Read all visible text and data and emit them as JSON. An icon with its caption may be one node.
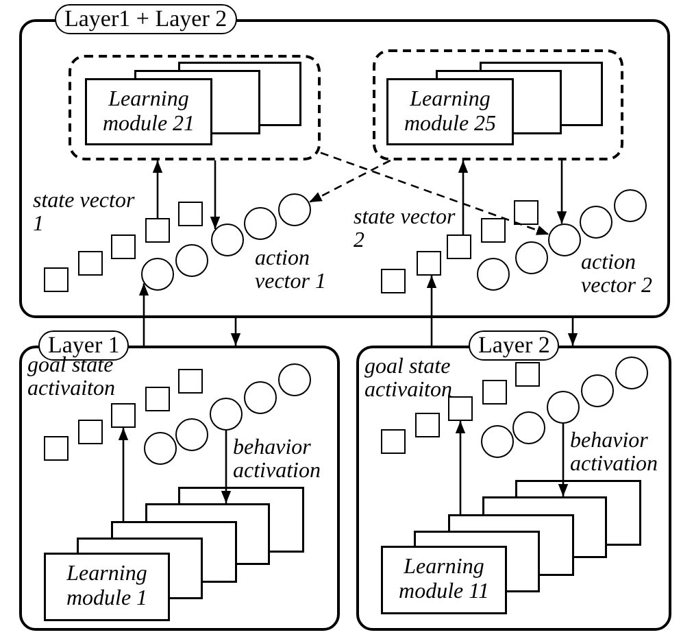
{
  "diagram": {
    "nodes": [
      {
        "text": [
          "Layer1 + Layer 2"
        ]
      },
      {
        "text": [],
        "shape": "box",
        "in": 0
      },
      {
        "text": [
          "Learning module 21"
        ],
        "in": 1
      },
      {
        "text": [],
        "shape": "box",
        "in": 0
      },
      {
        "text": [
          "Learning module 25"
        ],
        "in": 3
      },
      {
        "text": [],
        "shape": "box",
        "in": 0
      },
      {
        "text": [],
        "shape": "box",
        "in": 0
      },
      {
        "text": [],
        "shape": "box",
        "in": 0
      },
      {
        "text": [],
        "shape": "box",
        "in": 0
      },
      {
        "text": [],
        "shape": "box",
        "in": 0
      },
      {
        "text": [],
        "shape": "circle",
        "in": 0
      },
      {
        "text": [],
        "shape": "circle",
        "in": 0
      },
      {
        "text": [],
        "shape": "circle",
        "in": 0
      },
      {
        "text": [],
        "shape": "circle",
        "in": 0
      },
      {
        "text": [],
        "shape": "circle",
        "in": 0
      },
      {
        "text": [],
        "shape": "box",
        "in": 0
      },
      {
        "text": [],
        "shape": "box",
        "in": 0
      },
      {
        "text": [],
        "shape": "box",
        "in": 0
      },
      {
        "text": [],
        "shape": "box",
        "in": 0
      },
      {
        "text": [],
        "shape": "box",
        "in": 0
      },
      {
        "text": [],
        "shape": "circle",
        "in": 0
      },
      {
        "text": [],
        "shape": "circle",
        "in": 0
      },
      {
        "text": [],
        "shape": "circle",
        "in": 0
      },
      {
        "text": [],
        "shape": "circle",
        "in": 0
      },
      {
        "text": [],
        "shape": "circle",
        "in": 0
      },
      {
        "text": [
          "Layer 1"
        ]
      },
      {
        "text": [],
        "shape": "box",
        "in": 25
      },
      {
        "text": [],
        "shape": "box",
        "in": 25
      },
      {
        "text": [],
        "shape": "box",
        "in": 25
      },
      {
        "text": [],
        "shape": "box",
        "in": 25
      },
      {
        "text": [],
        "shape": "box",
        "in": 25
      },
      {
        "text": [],
        "shape": "circle",
        "in": 25
      },
      {
        "text": [],
        "shape": "circle",
        "in": 25
      },
      {
        "text": [],
        "shape": "circle",
        "in": 25
      },
      {
        "text": [],
        "shape": "circle",
        "in": 25
      },
      {
        "text": [],
        "shape": "circle",
        "in": 25
      },
      {
        "text": [
          "Learning module 1"
        ],
        "in": 25
      },
      {
        "text": [
          "Layer 2"
        ]
      },
      {
        "text": [],
        "shape": "box",
        "in": 37
      },
      {
        "text": [],
        "shape": "box",
        "in": 37
      },
      {
        "text": [],
        "shape": "box",
        "in": 37
      },
      {
        "text": [],
        "shape": "box",
        "in": 37
      },
      {
        "text": [],
        "shape": "box",
        "in": 37
      },
      {
        "text": [],
        "shape": "circle",
        "in": 37
      },
      {
        "text": [],
        "shape": "circle",
        "in": 37
      },
      {
        "text": [],
        "shape": "circle",
        "in": 37
      },
      {
        "text": [],
        "shape": "circle",
        "in": 37
      },
      {
        "text": [],
        "shape": "circle",
        "in": 37
      },
      {
        "text": [
          "Learning module 11"
        ],
        "in": 37
      }
    ],
    "edges": [
      {
        "from": 8,
        "to": 1,
        "arrow": "to"
      },
      {
        "from": 1,
        "to": 12,
        "arrow": "to"
      },
      {
        "from": 1,
        "to": 22,
        "arrow": "to",
        "style": "dashed"
      },
      {
        "from": 3,
        "to": 14,
        "arrow": "to",
        "style": "dashed"
      },
      {
        "from": 17,
        "to": 3,
        "arrow": "to"
      },
      {
        "from": 3,
        "to": 22,
        "arrow": "to"
      },
      {
        "from": 25,
        "to": 10,
        "arrow": "to"
      },
      {
        "from": 0,
        "to": 25,
        "arrow": "to"
      },
      {
        "from": 37,
        "to": 16,
        "arrow": "to"
      },
      {
        "from": 0,
        "to": 37,
        "arrow": "to"
      },
      {
        "from": 36,
        "to": 28,
        "arrow": "to"
      },
      {
        "from": 33,
        "to": 36,
        "arrow": "to"
      },
      {
        "from": 48,
        "to": 40,
        "arrow": "to"
      },
      {
        "from": 45,
        "to": 48,
        "arrow": "to"
      }
    ],
    "labels": [
      "state vector 1",
      "state vector 2",
      "action vector 1",
      "action vector 2",
      "goal state activaiton",
      "behavior activation",
      "goal state activaiton",
      "behavior activation"
    ]
  }
}
